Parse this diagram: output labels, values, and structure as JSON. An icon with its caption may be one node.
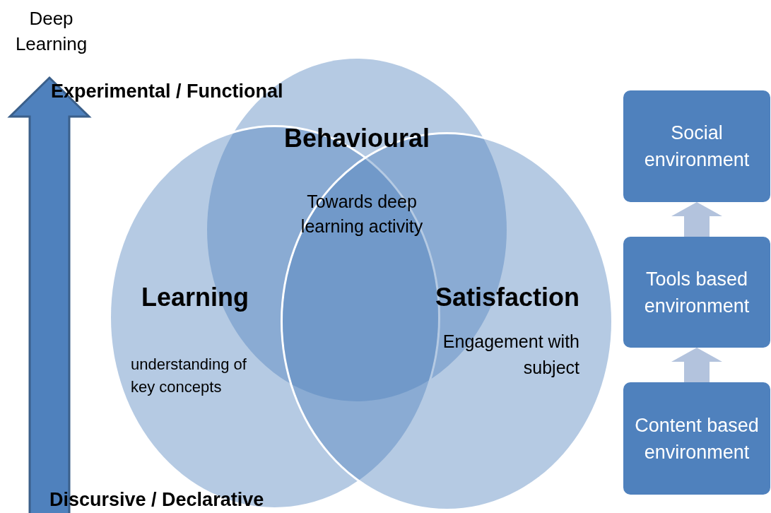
{
  "diagram": {
    "nodes": [
      {
        "text": [
          "Behavioural"
        ]
      },
      {
        "text": [
          "Learning",
          "understanding of key concepts"
        ]
      },
      {
        "text": [
          "Satisfaction",
          "Engagement with subject"
        ]
      },
      {
        "text": [
          "Social environment"
        ]
      },
      {
        "text": [
          "Tools based environment"
        ]
      },
      {
        "text": [
          "Content based environment"
        ]
      }
    ],
    "edges": [
      {
        "from": 5,
        "to": 4,
        "arrow": "to"
      },
      {
        "from": 4,
        "to": 3,
        "arrow": "to"
      }
    ],
    "labels": [
      "Deep Learning",
      "Experimental / Functional",
      "Towards deep learning activity",
      "Discursive / Declarative"
    ]
  }
}
